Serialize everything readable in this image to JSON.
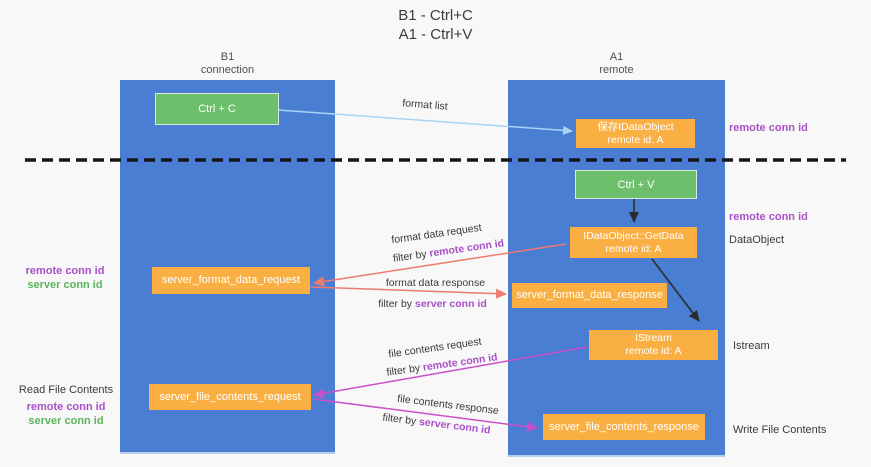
{
  "title": {
    "line1": "B1 - Ctrl+C",
    "line2": "A1 - Ctrl+V"
  },
  "lifelines": {
    "left": {
      "name": "B1",
      "subtitle": "connection"
    },
    "right": {
      "name": "A1",
      "subtitle": "remote"
    }
  },
  "boxes": {
    "ctrl_c": {
      "label": "Ctrl + C"
    },
    "ctrl_v": {
      "label": "Ctrl + V"
    },
    "save_idataobject": {
      "line1": "保存IDataObject",
      "line2": "remote id: A"
    },
    "getdata": {
      "line1": "IDataObject::GetData",
      "line2": "remote id: A"
    },
    "istream": {
      "line1": "IStream",
      "line2": "remote id: A"
    },
    "format_request": {
      "label": "server_format_data_request"
    },
    "format_response": {
      "label": "server_format_data_response"
    },
    "file_request": {
      "label": "server_file_contents_request"
    },
    "file_response": {
      "label": "server_file_contents_response"
    }
  },
  "arrow_labels": {
    "format_list": "format list",
    "format_data_request": "format data request",
    "format_data_response": "format data response",
    "file_contents_request": "file contents request",
    "file_contents_response": "file contents response",
    "filter_prefix": "filter by ",
    "remote_conn_id": "remote conn id",
    "server_conn_id": "server conn id"
  },
  "side_labels": {
    "right_top_conn": "remote conn id",
    "right_mid_conn": "remote conn id",
    "dataobject": "DataObject",
    "istream": "Istream",
    "write_file": "Write File Contents",
    "read_file": "Read File Contents",
    "left1_remote": "remote conn id",
    "left1_server": "server conn id",
    "left2_remote": "remote conn id",
    "left2_server": "server conn id"
  },
  "colors": {
    "column_blue": "#4a7ed3",
    "box_green": "#6dbf6b",
    "box_orange": "#faaf42",
    "purple_text": "#a950c8",
    "green_text": "#5ab55a",
    "salmon_arrow": "#ee7a70",
    "magenta_arrow": "#cc4fca",
    "light_blue_arrow": "#a9d5f2",
    "dashed_line": "#161616"
  }
}
